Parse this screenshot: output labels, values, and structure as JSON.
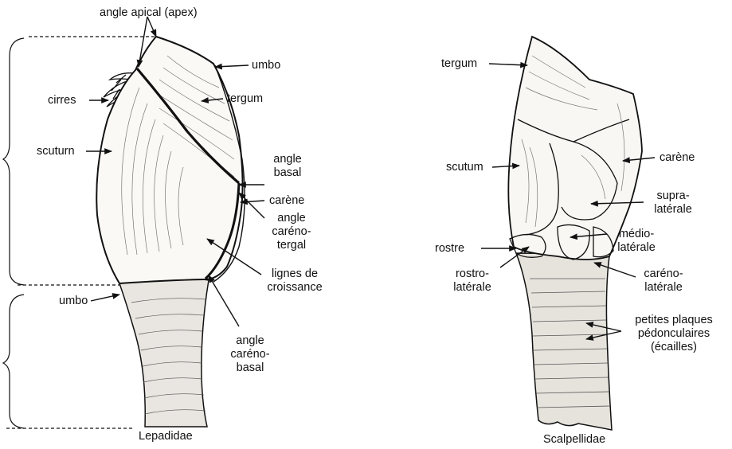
{
  "lepadidae": {
    "caption": "Lepadidae",
    "labels": {
      "apex": "angle  apical  (apex)",
      "umbo_top": "umbo",
      "tergum": "tergum",
      "cirres": "cirres",
      "scutum": "scuturn",
      "angle_basal_1": "angle",
      "angle_basal_2": "basal",
      "carene": "carène",
      "angle_careno_tergal_1": "angle",
      "angle_careno_tergal_2": "caréno-",
      "angle_careno_tergal_3": "tergal",
      "lignes_1": "lignes de",
      "lignes_2": "croissance",
      "umbo_bottom": "umbo",
      "angle_careno_basal_1": "angle",
      "angle_careno_basal_2": "caréno-",
      "angle_careno_basal_3": "basal"
    }
  },
  "scalpellidae": {
    "caption": "Scalpellidae",
    "labels": {
      "tergum": "tergum",
      "scutum": "scutum",
      "carene": "carène",
      "supra_1": "supra-",
      "supra_2": "latérale",
      "rostre": "rostre",
      "medio_1": "médio-",
      "medio_2": "latérale",
      "rostro_1": "rostro-",
      "rostro_2": "latérale",
      "careno_lat_1": "caréno-",
      "careno_lat_2": "latérale",
      "petites_1": "petites plaques",
      "petites_2": "pédonculaires",
      "petites_3": "(écailles)"
    }
  }
}
